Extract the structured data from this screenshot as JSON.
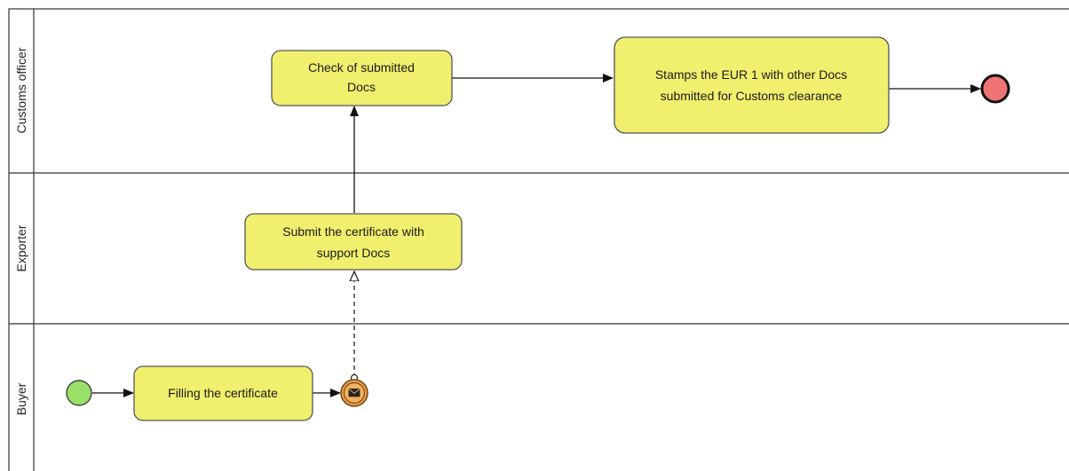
{
  "pool": {
    "lanes": [
      {
        "id": "customs",
        "label": "Customs officer"
      },
      {
        "id": "exporter",
        "label": "Exporter"
      },
      {
        "id": "buyer",
        "label": "Buyer"
      }
    ]
  },
  "tasks": {
    "check": {
      "lines": [
        "Check of submitted",
        "Docs"
      ]
    },
    "stamps": {
      "lines": [
        "Stamps the EUR 1 with other Docs",
        "submitted for Customs clearance"
      ]
    },
    "submit": {
      "lines": [
        "Submit the certificate with",
        "support Docs"
      ]
    },
    "filling": {
      "lines": [
        "Filling the certificate"
      ]
    }
  },
  "events": {
    "start": {
      "type": "start",
      "color": "#99e066"
    },
    "end": {
      "type": "end",
      "color": "#f07373"
    },
    "message": {
      "type": "intermediate-message-throw",
      "color": "#f0a040"
    }
  },
  "colors": {
    "task_fill": "#f0f06e",
    "task_stroke": "#555555",
    "lane_stroke": "#333333"
  }
}
